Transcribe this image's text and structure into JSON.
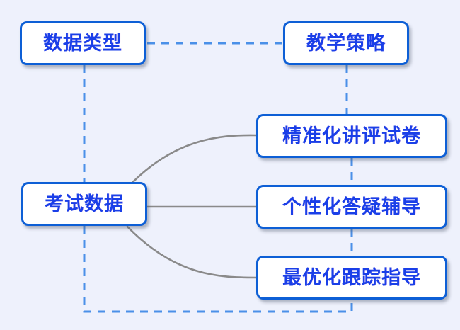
{
  "diagram": {
    "type": "flow-diagram",
    "background_color": "#eef1fc",
    "node_border_color": "#0d5fd6",
    "node_text_color": "#1a3fe8",
    "dashed_link_color": "#4a90e8",
    "curve_link_color": "#8a8a8a",
    "nodes": [
      {
        "id": "data-type",
        "label": "数据类型"
      },
      {
        "id": "teaching-strategy",
        "label": "教学策略"
      },
      {
        "id": "exam-data",
        "label": "考试数据"
      },
      {
        "id": "precise-review",
        "label": "精准化讲评试卷"
      },
      {
        "id": "personalized-qa",
        "label": "个性化答疑辅导"
      },
      {
        "id": "optimal-tracking",
        "label": "最优化跟踪指导"
      }
    ],
    "links": [
      {
        "from": "data-type",
        "to": "teaching-strategy",
        "style": "dashed"
      },
      {
        "from": "data-type",
        "to": "exam-data",
        "style": "dashed"
      },
      {
        "from": "teaching-strategy",
        "to": "precise-review",
        "style": "dashed"
      },
      {
        "from": "precise-review",
        "to": "personalized-qa",
        "style": "dashed"
      },
      {
        "from": "personalized-qa",
        "to": "optimal-tracking",
        "style": "dashed"
      },
      {
        "from": "exam-data",
        "to": "optimal-tracking",
        "style": "dashed-path"
      },
      {
        "from": "exam-data",
        "to": "precise-review",
        "style": "curve"
      },
      {
        "from": "exam-data",
        "to": "personalized-qa",
        "style": "straight"
      },
      {
        "from": "exam-data",
        "to": "optimal-tracking",
        "style": "curve"
      }
    ]
  }
}
